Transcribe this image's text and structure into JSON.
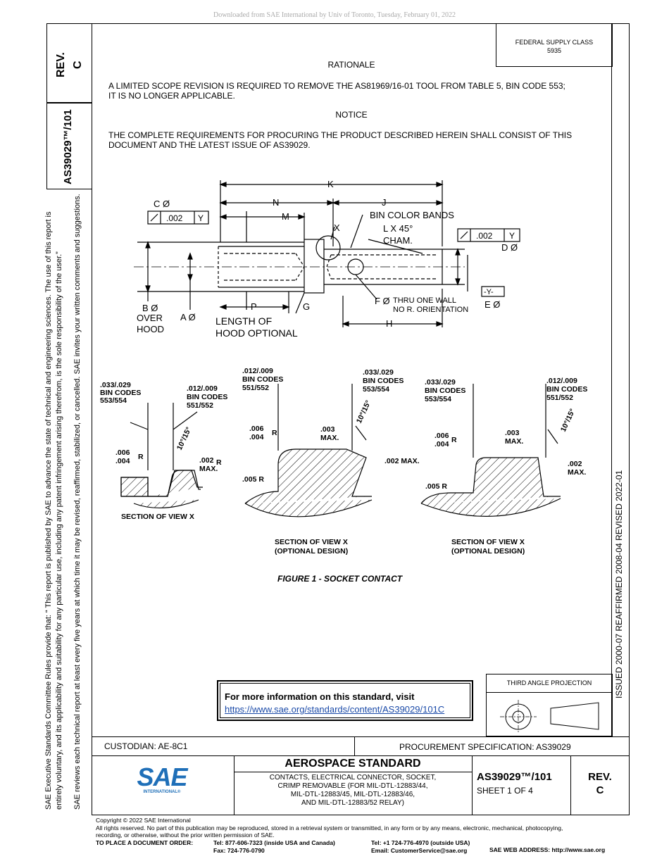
{
  "watermark": "Downloaded from SAE International by Univ of Toronto, Tuesday, February 01, 2022",
  "side_rev": {
    "rev_label": "REV.",
    "rev_value": "C"
  },
  "side_doc_number": "AS39029™/101",
  "federal_supply": {
    "line1": "FEDERAL SUPPLY CLASS",
    "line2": "5935"
  },
  "rationale": {
    "heading": "RATIONALE",
    "line1": "A LIMITED SCOPE REVISION IS REQUIRED TO REMOVE THE AS81969/16-01 TOOL FROM TABLE 5, BIN CODE 553;",
    "line2": "IT IS NO LONGER APPLICABLE."
  },
  "notice": {
    "heading": "NOTICE",
    "line1": "THE COMPLETE REQUIREMENTS FOR PROCURING THE PRODUCT DESCRIBED HEREIN SHALL CONSIST OF THIS",
    "line2": "DOCUMENT AND THE LATEST ISSUE OF AS39029."
  },
  "drawing_labels": {
    "k": "K",
    "n": "N",
    "j": "J",
    "m": "M",
    "c_dia": "C Ø",
    "tol_002": ".002",
    "datum_y": "Y",
    "bin_color_bands": "BIN COLOR BANDS",
    "chamfer1": "L X 45°",
    "chamfer2": "CHAM.",
    "x": "X",
    "d_dia": "D Ø",
    "b_dia": "B Ø",
    "a_dia": "A Ø",
    "over": "OVER",
    "hood": "HOOD",
    "p": "P",
    "g": "G",
    "f_dia": "F Ø",
    "thru1": "THRU ONE WALL",
    "thru2": "NO R. ORIENTATION",
    "datum_box": "-Y-",
    "e_dia": "E Ø",
    "len1": "LENGTH OF",
    "len2": "HOOD OPTIONAL",
    "h": "H"
  },
  "section_labels": {
    "bin553_554_dim": ".033/.029",
    "bin553_554_1": "BIN CODES",
    "bin553_554_2": "553/554",
    "bin551_552_dim": ".012/.009",
    "bin551_552_1": "BIN CODES",
    "bin551_552_2": "551/552",
    "r006": ".006",
    "r004": ".004",
    "r": "R",
    "angle": "10°/15°",
    "max002": ".002",
    "max_word": "MAX.",
    "r005": ".005 R",
    "max003": ".003",
    "max002_full": ".002 MAX.",
    "section1": "SECTION OF VIEW X",
    "section2_1": "SECTION OF VIEW X",
    "section2_2": "(OPTIONAL DESIGN)",
    "section3_1": "SECTION OF VIEW X",
    "section3_2": "(OPTIONAL DESIGN)"
  },
  "figure_caption": "FIGURE 1 - SOCKET CONTACT",
  "info_box": {
    "line1": "For more information on this standard, visit",
    "link": "https://www.sae.org/standards/content/AS39029/101C"
  },
  "projection": {
    "label": "THIRD ANGLE PROJECTION"
  },
  "right_side_text": "ISSUED 2000-07     REAFFIRMED 2008-04     REVISED 2022-01",
  "left_side_text1": "SAE Executive Standards Committee Rules provide that: “  This report is published by SAE to advance the state of technical and engineering sciences. The use of this report is",
  "left_side_text2": "entirely voluntary, and its applicability and suitability for any particular use, including any patent infringement arising therefrom, is the sole responsibility of the user.”",
  "left_side_text3": "SAE reviews each technical report at least every five years at which time it may be revised, reaffirmed, stabilized, or cancelled. SAE invites your written comments and suggestions.",
  "custodian": "CUSTODIAN: AE-8C1",
  "procurement": "PROCUREMENT SPECIFICATION: AS39029",
  "title_block": {
    "standard": "AEROSPACE STANDARD",
    "desc1": "CONTACTS, ELECTRICAL CONNECTOR, SOCKET,",
    "desc2": "CRIMP REMOVABLE (FOR MIL-DTL-12883/44,",
    "desc3": "MIL-DTL-12883/45, MIL-DTL-12883/46,",
    "desc4": "AND MIL-DTL-12883/52 RELAY)",
    "doc_number": "AS39029™/101",
    "sheet": "SHEET 1 OF 4",
    "rev_label": "REV.",
    "rev_value": "C",
    "logo_text": "SAE",
    "logo_sub": "INTERNATIONAL®"
  },
  "footer": {
    "copyright": "Copyright © 2022 SAE International",
    "rights1": "All rights reserved. No part of this publication may be reproduced, stored in a retrieval system or transmitted, in any form or by any means, electronic, mechanical, photocopying,",
    "rights2": "recording, or otherwise, without the prior written permission of SAE.",
    "order_label": "TO PLACE A DOCUMENT ORDER:",
    "tel_us": "Tel:  877-606-7323 (inside USA and Canada)",
    "fax": "Fax:  724-776-0790",
    "tel_intl": "Tel: +1 724-776-4970 (outside USA)",
    "email": "Email: CustomerService@sae.org",
    "web": "SAE WEB ADDRESS: http://www.sae.org"
  },
  "colors": {
    "logo_blue": "#1f6fb8",
    "link_blue": "#1a4aa8"
  }
}
